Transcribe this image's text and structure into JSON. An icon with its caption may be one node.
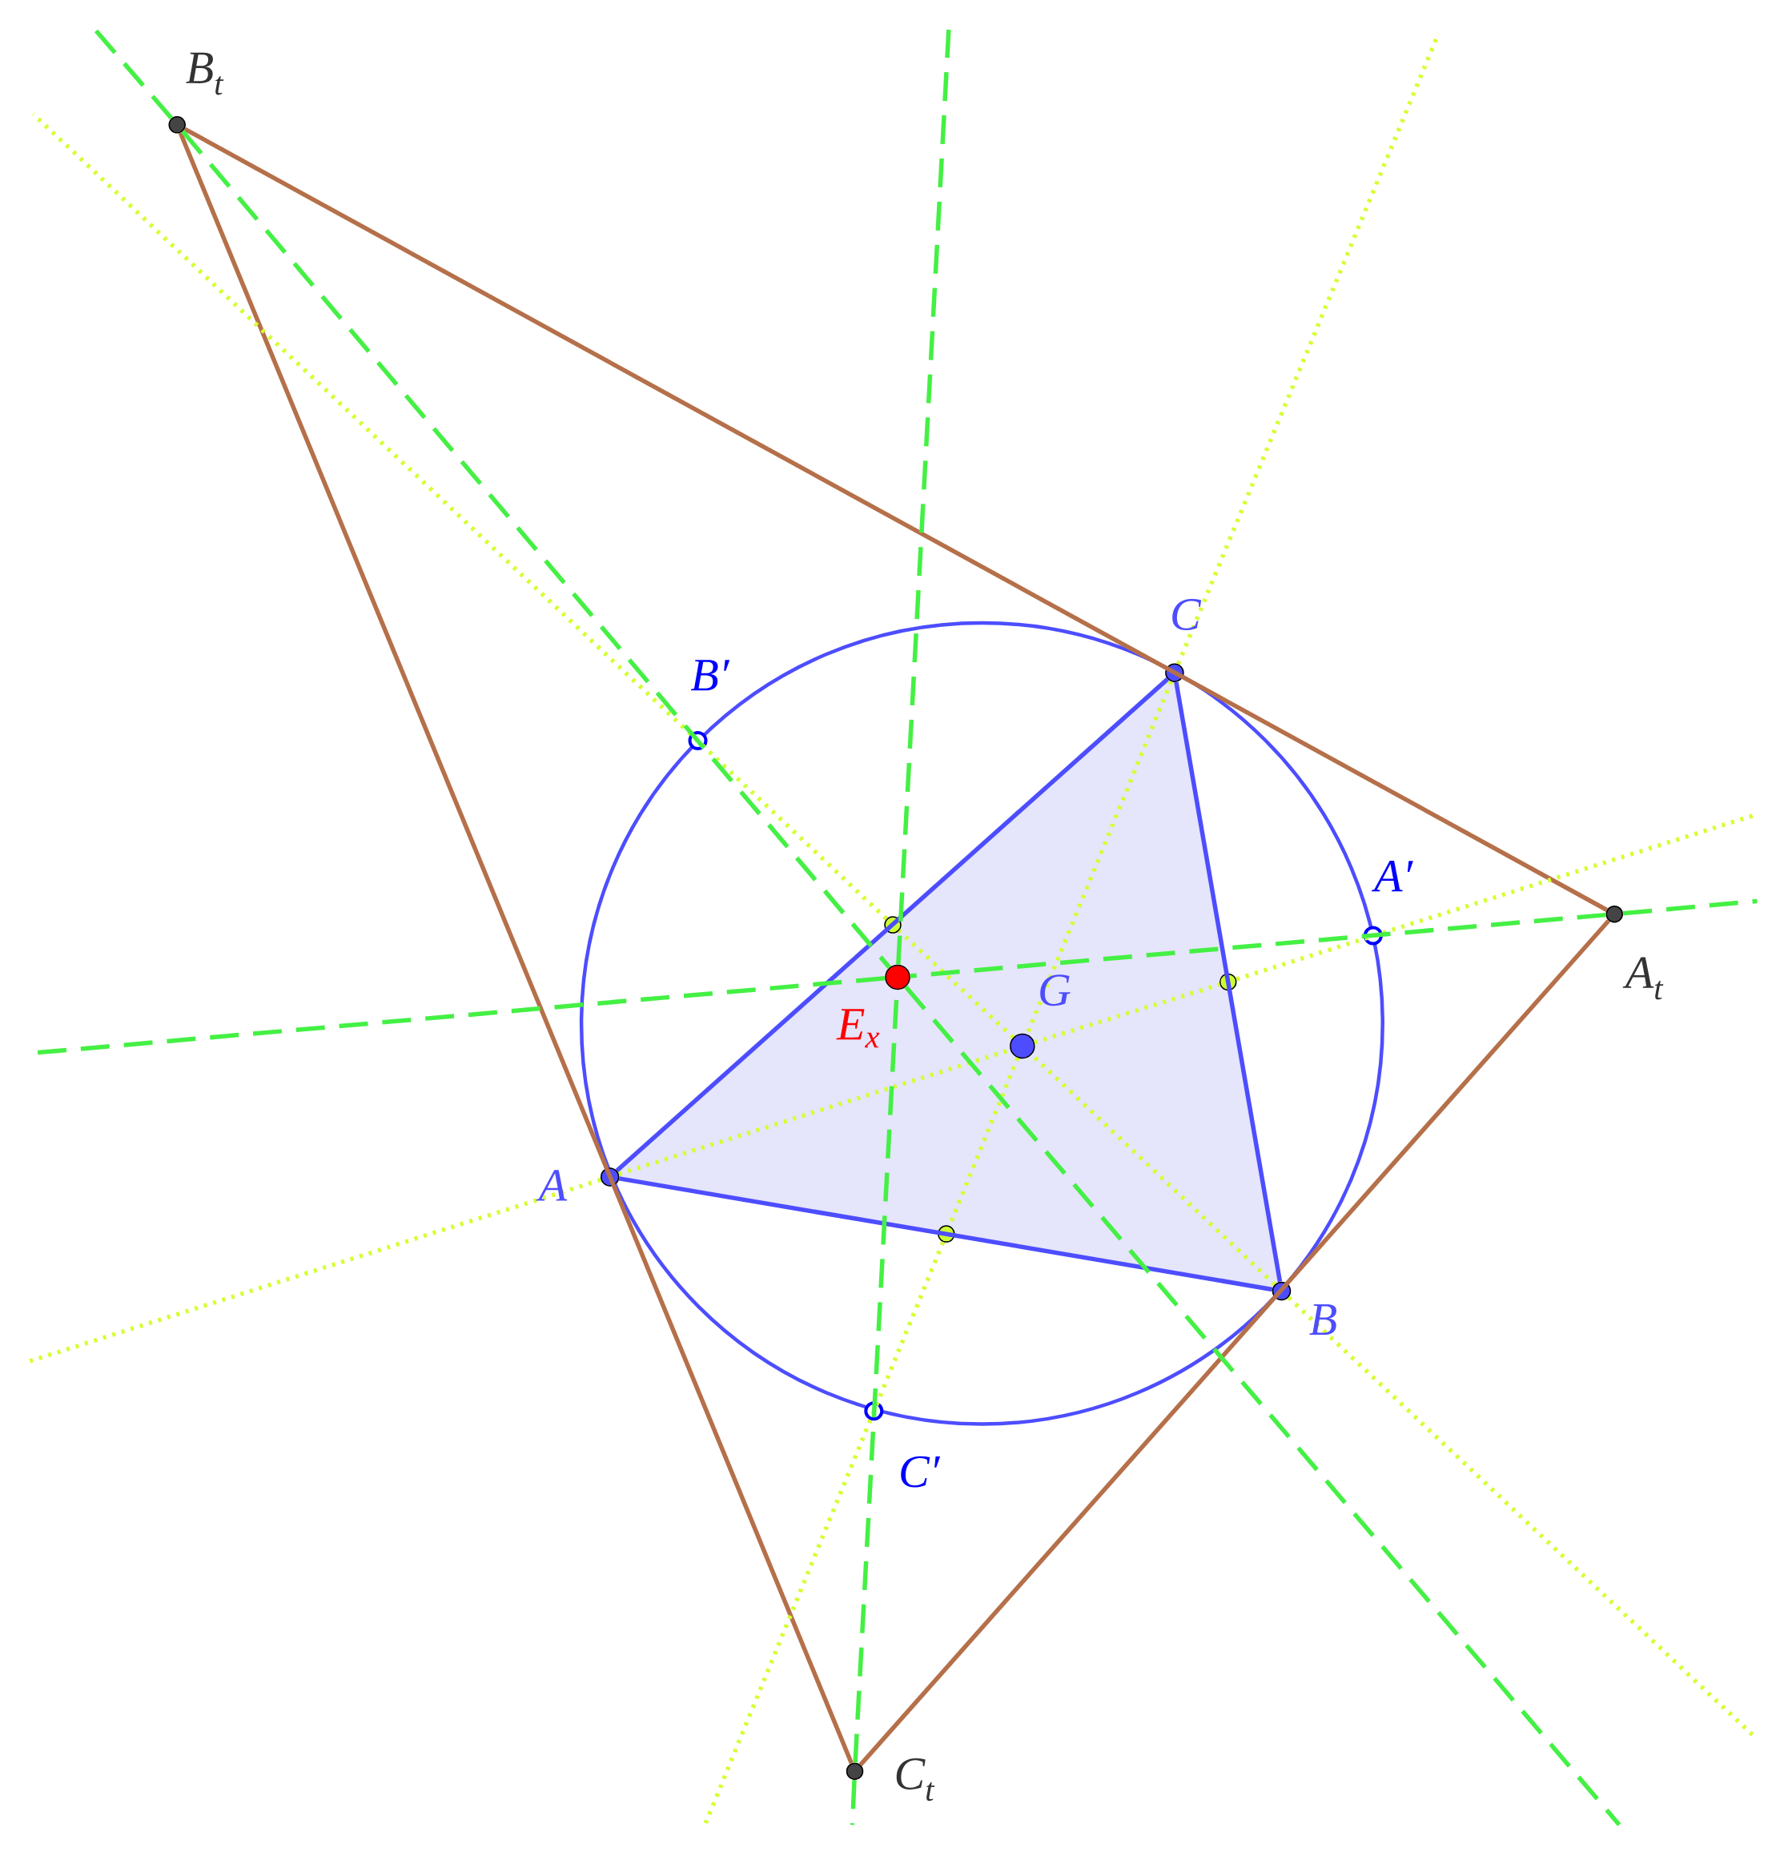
{
  "diagram": {
    "nodes": [
      {
        "text": [],
        "shape": "circle",
        "beside": [
          "A"
        ]
      },
      {
        "text": [],
        "shape": "circle",
        "beside": [
          "B"
        ]
      },
      {
        "text": [],
        "shape": "circle",
        "beside": [
          "C"
        ]
      },
      {
        "text": [],
        "shape": "circle",
        "beside": [
          "G"
        ]
      },
      {
        "text": [],
        "shape": "circle",
        "beside": [
          "E$_{x}$"
        ]
      },
      {
        "text": [],
        "shape": "circle",
        "beside": [
          "A′"
        ]
      },
      {
        "text": [],
        "shape": "circle",
        "beside": [
          "B′"
        ]
      },
      {
        "text": [],
        "shape": "circle",
        "beside": [
          "C′"
        ]
      },
      {
        "text": [],
        "shape": "circle",
        "beside": [
          "A$_{t}$"
        ]
      },
      {
        "text": [],
        "shape": "circle",
        "beside": [
          "B$_{t}$"
        ]
      },
      {
        "text": [],
        "shape": "circle",
        "beside": [
          "C$_{t}$"
        ]
      },
      {
        "text": [],
        "shape": "circle"
      },
      {
        "text": [],
        "shape": "circle"
      },
      {
        "text": [],
        "shape": "circle"
      }
    ],
    "edges": [
      {
        "from": 0,
        "to": 1,
        "arrow": "none",
        "color": "#4d4dff"
      },
      {
        "from": 1,
        "to": 2,
        "arrow": "none",
        "color": "#4d4dff"
      },
      {
        "from": 2,
        "to": 0,
        "arrow": "none",
        "color": "#4d4dff"
      },
      {
        "from": 9,
        "to": 8,
        "arrow": "none",
        "color": "#b5704a"
      },
      {
        "from": 8,
        "to": 10,
        "arrow": "none",
        "color": "#b5704a"
      },
      {
        "from": 10,
        "to": 9,
        "arrow": "none",
        "color": "#b5704a"
      },
      {
        "from": 0,
        "to": 3,
        "arrow": "none",
        "style": "dashed",
        "color": "#d4ff33"
      },
      {
        "from": 3,
        "to": 11,
        "arrow": "none",
        "style": "dashed",
        "color": "#d4ff33"
      },
      {
        "from": 1,
        "to": 3,
        "arrow": "none",
        "style": "dashed",
        "color": "#d4ff33"
      },
      {
        "from": 3,
        "to": 12,
        "arrow": "none",
        "style": "dashed",
        "color": "#d4ff33"
      },
      {
        "from": 2,
        "to": 3,
        "arrow": "none",
        "style": "dashed",
        "color": "#d4ff33"
      },
      {
        "from": 3,
        "to": 13,
        "arrow": "none",
        "style": "dashed",
        "color": "#d4ff33"
      },
      {
        "from": 8,
        "to": 4,
        "arrow": "none",
        "style": "dashed",
        "color": "#44f044"
      },
      {
        "from": 9,
        "to": 4,
        "arrow": "none",
        "style": "dashed",
        "color": "#44f044"
      },
      {
        "from": 10,
        "to": 4,
        "arrow": "none",
        "style": "dashed",
        "color": "#44f044"
      }
    ]
  }
}
